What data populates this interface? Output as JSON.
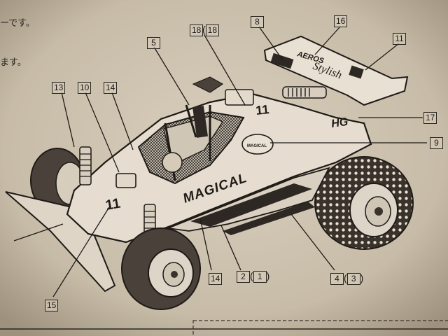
{
  "page_text": {
    "line1": "ーです。",
    "line2": "ます。"
  },
  "decals": {
    "body_text": "MAGICAL",
    "car_number": "11",
    "rear_wing_brand": "AEROS",
    "rear_wing_script": "Stylish",
    "side_text": "HG",
    "hood_logo": "MAGICAL"
  },
  "callouts": [
    {
      "id": "c5",
      "num": "5"
    },
    {
      "id": "c18",
      "num": "18",
      "alt": "18"
    },
    {
      "id": "c8",
      "num": "8"
    },
    {
      "id": "c16",
      "num": "16"
    },
    {
      "id": "c11",
      "num": "11"
    },
    {
      "id": "c13",
      "num": "13"
    },
    {
      "id": "c10",
      "num": "10"
    },
    {
      "id": "c14a",
      "num": "14"
    },
    {
      "id": "c17",
      "num": "17"
    },
    {
      "id": "c9",
      "num": "9"
    },
    {
      "id": "c14b",
      "num": "14"
    },
    {
      "id": "c2",
      "num": "2",
      "alt": "1"
    },
    {
      "id": "c4",
      "num": "4",
      "alt": "3"
    },
    {
      "id": "c15",
      "num": "15"
    }
  ],
  "colors": {
    "paper": "#c9beaa",
    "ink": "#2b2621",
    "body_white": "#e6ddd0"
  }
}
